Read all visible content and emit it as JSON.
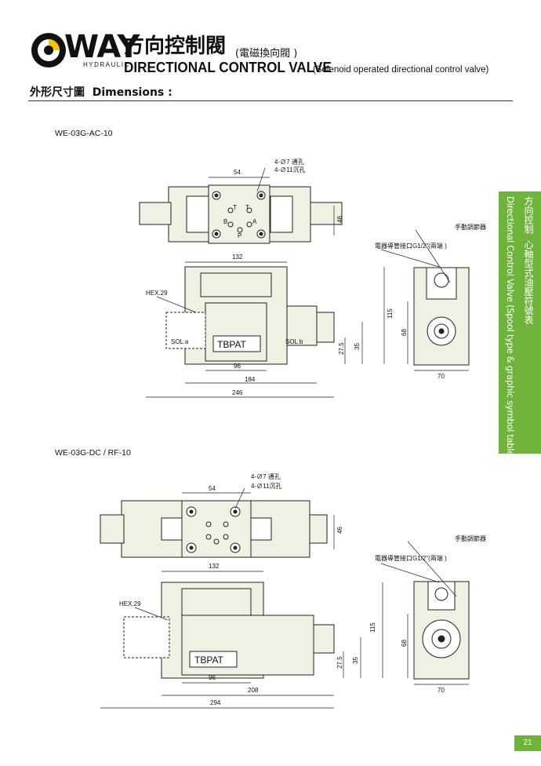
{
  "header": {
    "brand": "WAY",
    "brand_sub": "HYDRAULIC",
    "title_cn": "方向控制閥",
    "title_cn_sub": "(電磁換向閥 )",
    "title_en": "DIRECTIONAL CONTROL VALVE",
    "title_en_sub": "(Solenoid operated directional control valve)"
  },
  "section_title": "外形尺寸圖  Dimensions :",
  "side_tab": {
    "cn": "方向控制  心軸型式油壓符號表",
    "en": "Directional Control Valve (Spool type & graphic symbol table)"
  },
  "page_number": "21",
  "drawing1": {
    "model": "WE-03G-AC-10",
    "holes_through": "4-∅7 通孔",
    "holes_counterbore": "4-∅11沉孔",
    "manual_override": "手動調節器",
    "conduit": "電器導管接口G1/2\"(兩端 )",
    "hex": "HEX.29",
    "sol_a": "SOL a",
    "sol_b": "SOL b",
    "ports_label": "TBPAT",
    "port_t1": "T",
    "port_t2": "T",
    "port_b": "B",
    "port_a": "A",
    "port_p": "P",
    "dim_54": "54",
    "dim_46": "46",
    "dim_132": "132",
    "dim_115": "115",
    "dim_35": "35",
    "dim_27_5": "27.5",
    "dim_68": "68",
    "dim_70": "70",
    "dim_96": "96",
    "dim_184": "184",
    "dim_246": "246"
  },
  "drawing2": {
    "model": "WE-03G-DC / RF-10",
    "holes_through": "4-∅7 通孔",
    "holes_counterbore": "4-∅11沉孔",
    "manual_override": "手動調節器",
    "conduit": "電器導管接口G1/2\"(兩端 )",
    "hex": "HEX.29",
    "ports_label": "TBPAT",
    "dim_54": "54",
    "dim_46": "46",
    "dim_132": "132",
    "dim_115": "115",
    "dim_35": "35",
    "dim_27_5": "27.5",
    "dim_68": "68",
    "dim_70": "70",
    "dim_96": "96",
    "dim_208": "208",
    "dim_294": "294"
  },
  "colors": {
    "accent_green": "#6fb43a",
    "body_fill": "#eef2e2",
    "line": "#222222"
  }
}
